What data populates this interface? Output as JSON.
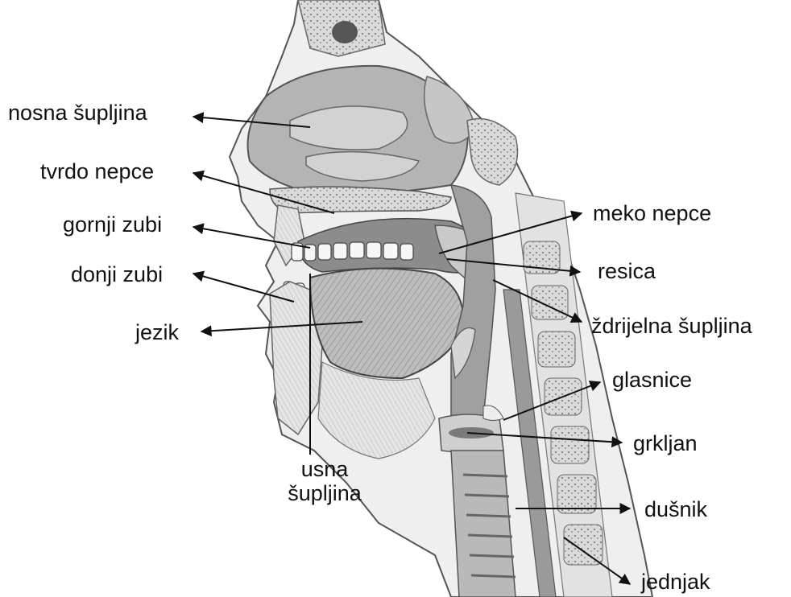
{
  "labels": {
    "nasal_cavity": "nosna šupljina",
    "hard_palate": "tvrdo nepce",
    "upper_teeth": "gornji zubi",
    "lower_teeth": "donji zubi",
    "tongue": "jezik",
    "oral_cavity_line1": "usna",
    "oral_cavity_line2": "šupljina",
    "soft_palate": "meko nepce",
    "uvula": "resica",
    "pharynx": "ždrijelna šupljina",
    "vocal_cords": "glasnice",
    "larynx": "grkljan",
    "trachea": "dušnik",
    "esophagus": "jednjak"
  },
  "colors": {
    "text": "#111111",
    "arrow": "#111111",
    "skin": "#efefef",
    "tissue": "#d6d6d6",
    "bone": "#cfcfcf",
    "cavity": "#a8a8a8",
    "outline": "#555555"
  }
}
